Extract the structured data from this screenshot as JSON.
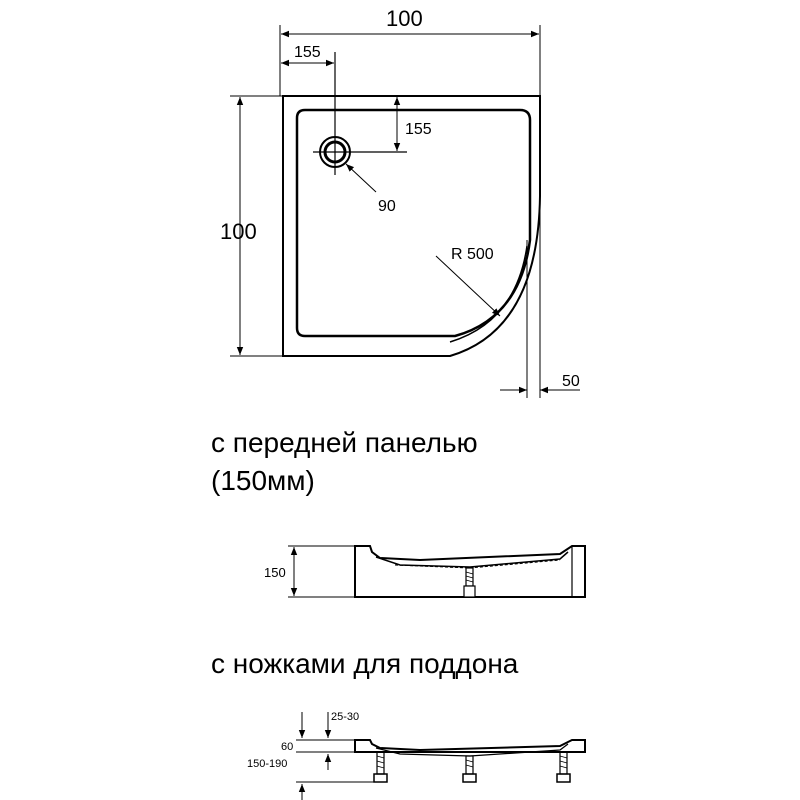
{
  "top_view": {
    "width_label": "100",
    "height_label": "100",
    "drain_offset_x_label": "155",
    "drain_offset_y_label": "155",
    "drain_diameter_label": "90",
    "radius_label": "R 500",
    "rim_label": "50"
  },
  "captions": {
    "front_panel_line1": "с передней панелью",
    "front_panel_line2": "(150мм)",
    "with_legs": "с ножками для поддона"
  },
  "panel_view": {
    "height_label": "150"
  },
  "legs_view": {
    "total_height_label": "150-190",
    "tray_height_label": "60",
    "adjust_label": "25-30"
  }
}
